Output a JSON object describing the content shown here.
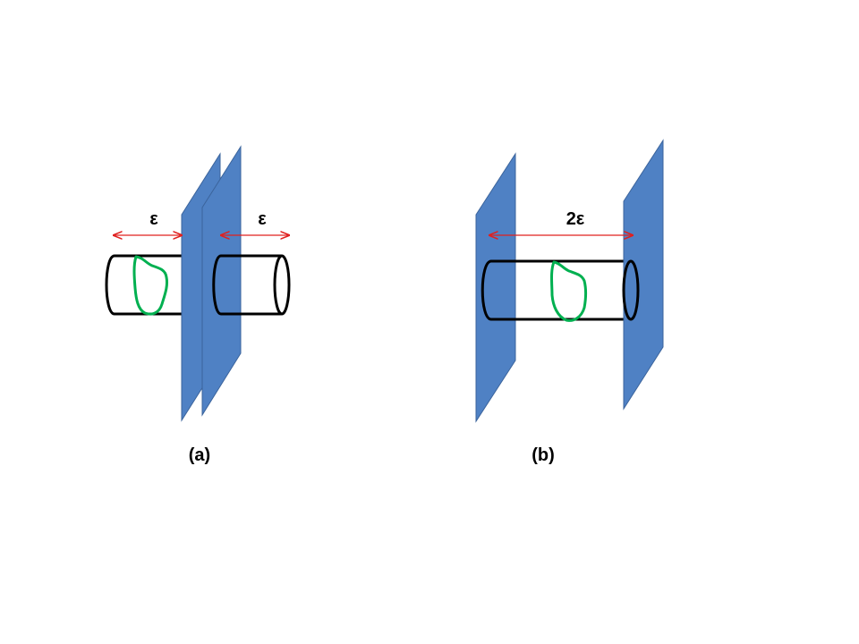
{
  "panel_a": {
    "caption": "(a)",
    "left_width_label": "ε",
    "right_width_label": "ε"
  },
  "panel_b": {
    "caption": "(b)",
    "width_label": "2ε"
  },
  "colors": {
    "plane_fill": "#4F81C4",
    "plane_edge": "#3B649C",
    "arrow": "#E0201F",
    "loop": "#00B050",
    "cylinder": "#000000"
  }
}
